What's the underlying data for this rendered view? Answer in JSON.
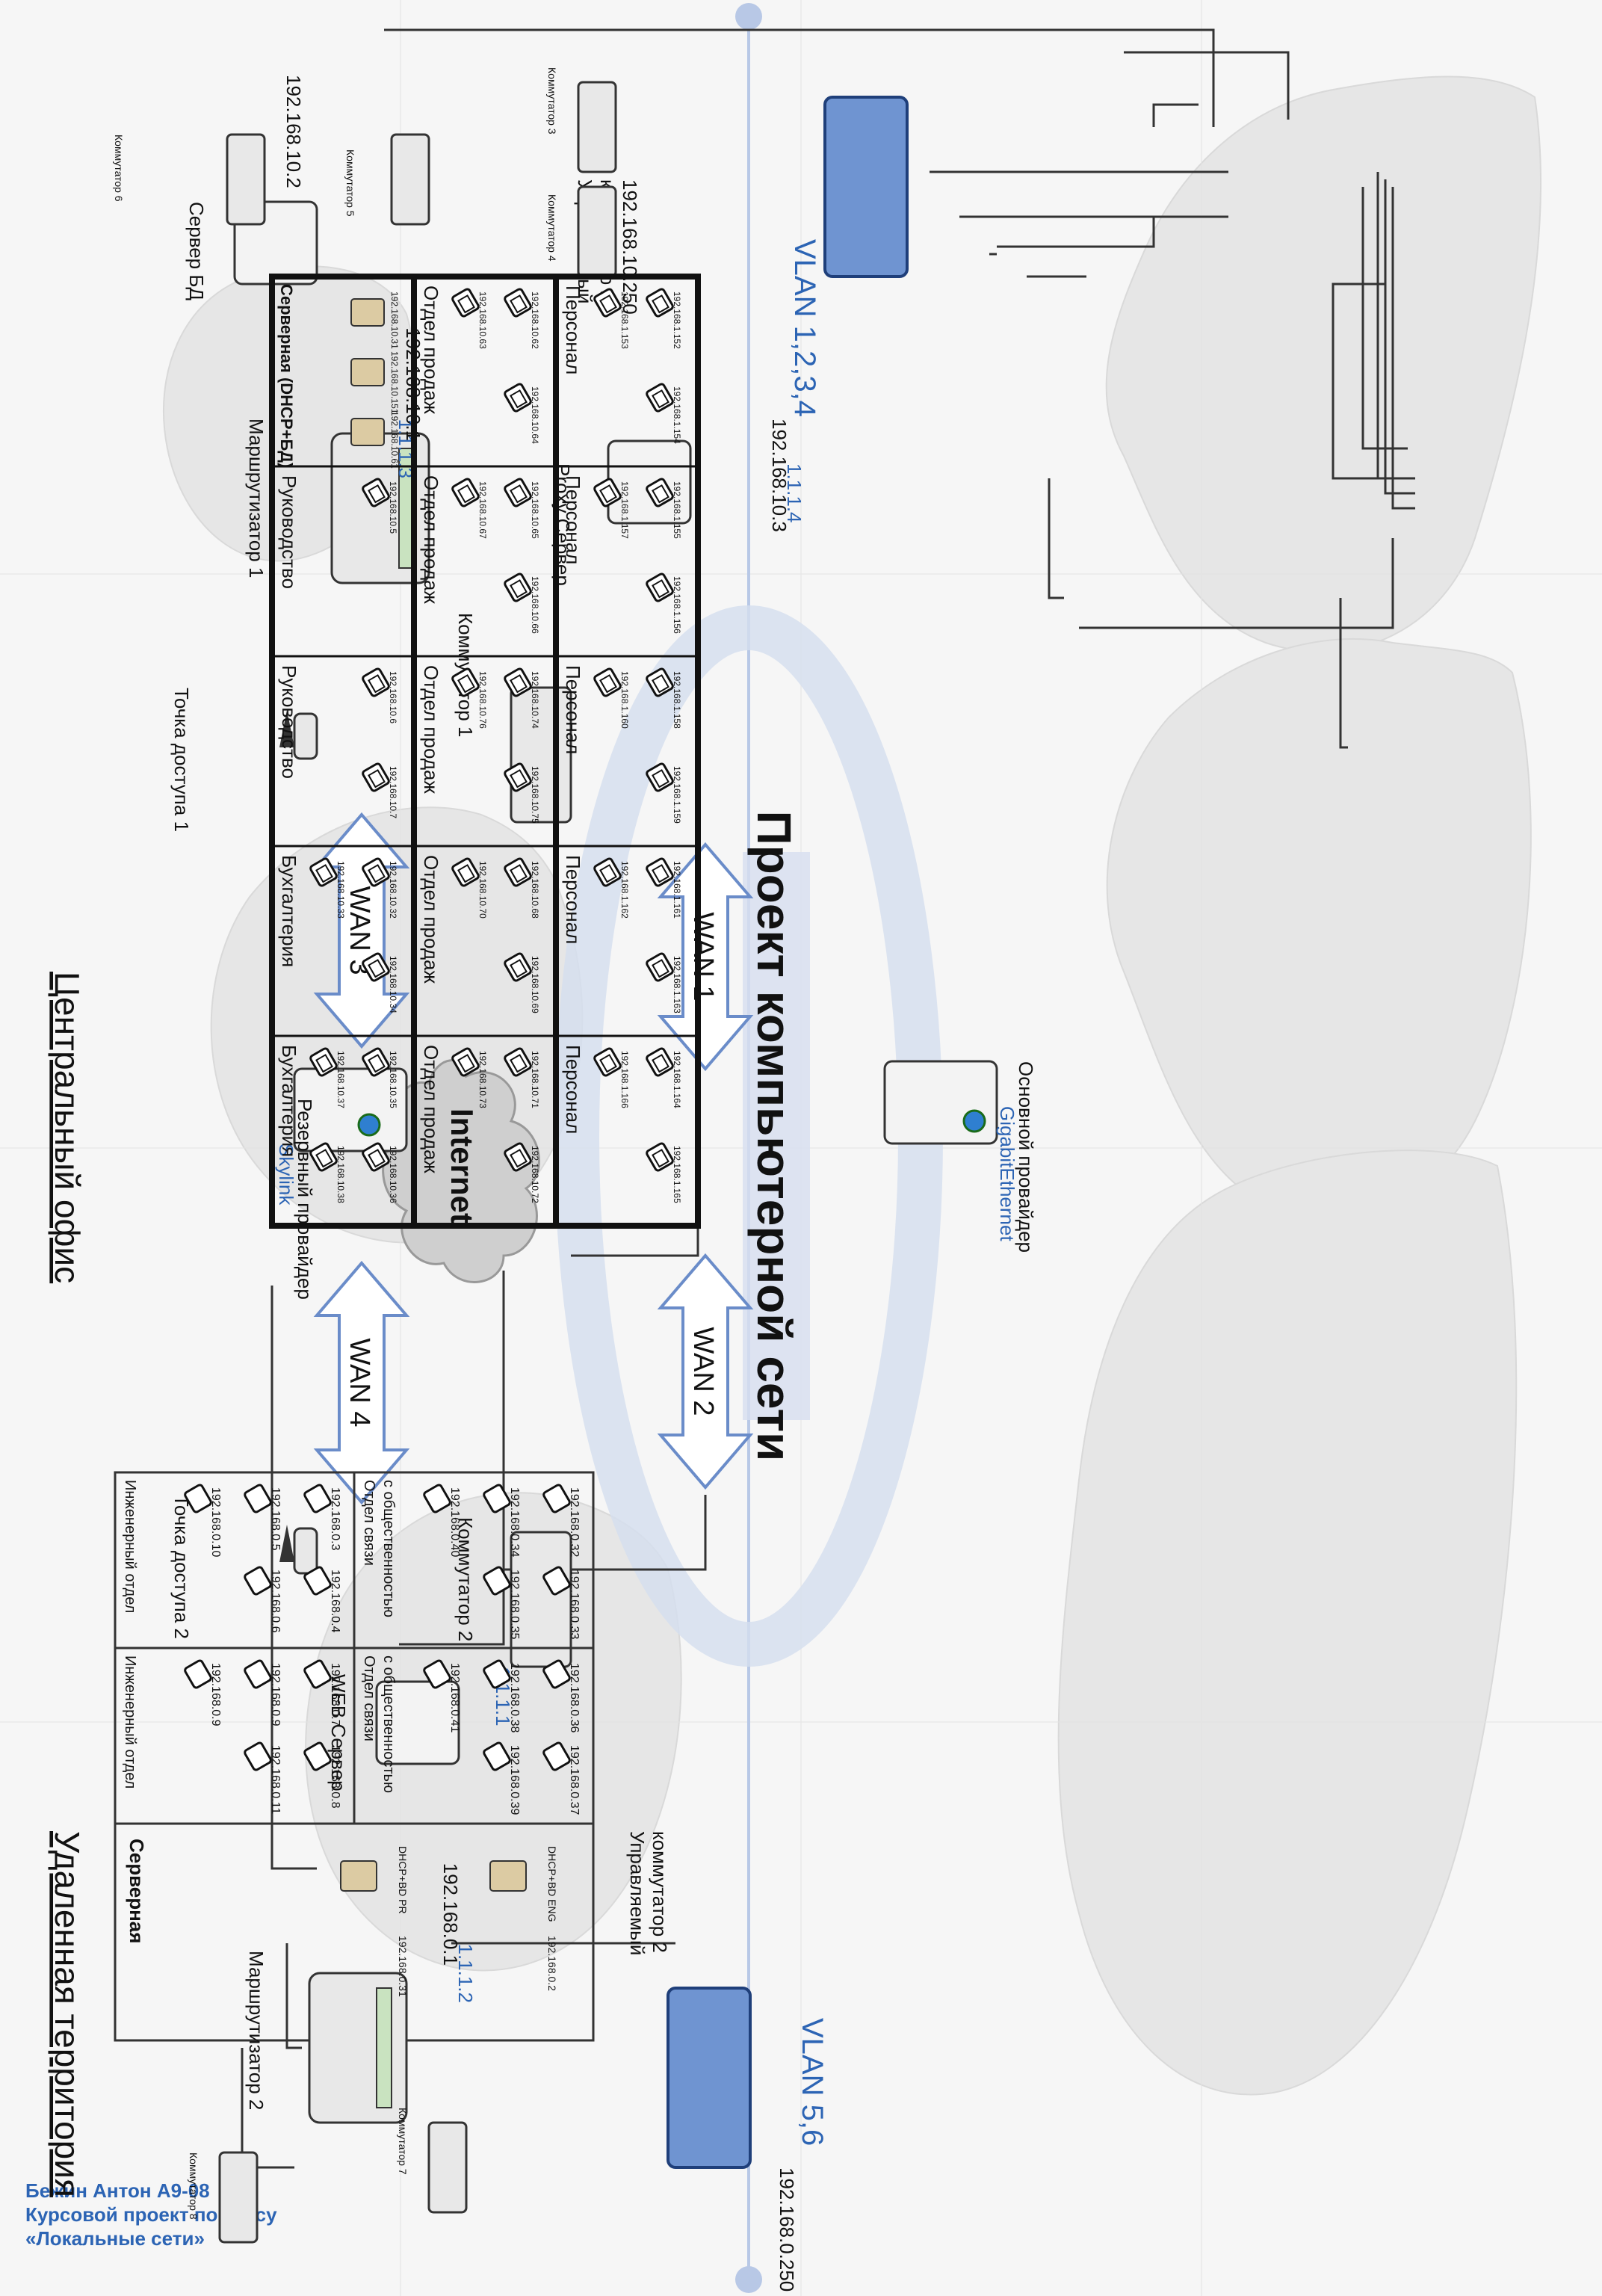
{
  "author": {
    "line1": "Бежин Антон А9-08",
    "line2": "Курсовой проект по курсу",
    "line3": "«Локальные сети»"
  },
  "project_title": "Проект компьютерной сети",
  "internet_label": "Internet",
  "providers": {
    "backup": {
      "label": "Резервный провайдер",
      "name": "Skylink"
    },
    "main": {
      "label": "Основной провайдер",
      "name": "GigabitEthernet"
    }
  },
  "wan": [
    "WAN 1",
    "WAN 2",
    "WAN 3",
    "WAN 4"
  ],
  "central": {
    "area_label": "Центральный офис",
    "router": {
      "label": "Маршрутизатор 1",
      "ip": "192.168.10.1",
      "ext_ip": "1.1.1.3"
    },
    "access_point": {
      "label": "Точка доступа 1"
    },
    "db_server": {
      "label": "Сервер БД",
      "ip": "192.168.10.2"
    },
    "proxy": {
      "label": "Proxy Сервер",
      "ip": "192.168.10.3",
      "ext_ip": "1.1.1.4"
    },
    "switch1": {
      "label": "Коммутатор 1"
    },
    "managed_switch": {
      "label1": "Управляемый",
      "label2": "коммутатор 1",
      "ip": "192.168.10.250",
      "vlan": "VLAN 1,2,3,4"
    },
    "switches": [
      "Коммутатор 3",
      "Коммутатор 4",
      "Коммутатор 5",
      "Коммутатор 6"
    ],
    "server_room": {
      "title": "Серверная (DHCP+БД)",
      "ips": [
        "192.168.10.31",
        "192.168.10.151",
        "192.168.10.61"
      ]
    },
    "rooms": [
      {
        "row": 0,
        "col": 1,
        "label": "Руководство",
        "ips": [
          "192.168.10.5"
        ]
      },
      {
        "row": 0,
        "col": 2,
        "label": "Руководство",
        "ips": [
          "192.168.10.6",
          "192.168.10.7"
        ]
      },
      {
        "row": 0,
        "col": 3,
        "label": "Бухгалтерия",
        "ips": [
          "192.168.10.32",
          "192.168.10.34",
          "192.168.10.33"
        ]
      },
      {
        "row": 0,
        "col": 4,
        "label": "Бухгалтерия",
        "ips": [
          "192.168.10.35",
          "192.168.10.36",
          "192.168.10.37",
          "192.168.10.38"
        ]
      },
      {
        "row": 1,
        "col": 0,
        "label": "Отдел продаж",
        "ips": [
          "192.168.10.62",
          "192.168.10.64",
          "192.168.10.63"
        ]
      },
      {
        "row": 1,
        "col": 1,
        "label": "Отдел продаж",
        "ips": [
          "192.168.10.65",
          "192.168.10.66",
          "192.168.10.67"
        ]
      },
      {
        "row": 1,
        "col": 2,
        "label": "Отдел продаж",
        "ips": [
          "192.168.10.74",
          "192.168.10.75",
          "192.168.10.76"
        ]
      },
      {
        "row": 1,
        "col": 3,
        "label": "Отдел продаж",
        "ips": [
          "192.168.10.68",
          "192.168.10.69",
          "192.168.10.70"
        ]
      },
      {
        "row": 1,
        "col": 4,
        "label": "Отдел продаж",
        "ips": [
          "192.168.10.71",
          "192.168.10.72",
          "192.168.10.73"
        ]
      },
      {
        "row": 2,
        "col": 0,
        "label": "Персонал",
        "ips": [
          "192.168.1.152",
          "192.168.1.154",
          "192.168.1.153"
        ]
      },
      {
        "row": 2,
        "col": 1,
        "label": "Персонал",
        "ips": [
          "192.168.1.155",
          "192.168.1.156",
          "192.168.1.157"
        ]
      },
      {
        "row": 2,
        "col": 2,
        "label": "Персонал",
        "ips": [
          "192.168.1.158",
          "192.168.1.159",
          "192.168.1.160"
        ]
      },
      {
        "row": 2,
        "col": 3,
        "label": "Персонал",
        "ips": [
          "192.168.1.161",
          "192.168.1.163",
          "192.168.1.162"
        ]
      },
      {
        "row": 2,
        "col": 4,
        "label": "Персонал",
        "ips": [
          "192.168.1.164",
          "192.168.1.165",
          "192.168.1.166"
        ]
      }
    ]
  },
  "remote": {
    "area_label": "Удаленная территория",
    "router": {
      "label": "Маршрутизатор 2",
      "ip": "192.168.0.1",
      "ext_ip": "1.1.1.2"
    },
    "access_point": {
      "label": "Точка доступа  2"
    },
    "switch2": {
      "label": "Коммутатор 2"
    },
    "web_server": {
      "label": "WEB Сервер",
      "ext_ip": "1.1.1.1"
    },
    "managed_switch": {
      "label1": "Управляемый",
      "label2": "коммутатор 2",
      "ip": "192.168.0.250",
      "vlan": "VLAN 5,6"
    },
    "switches": [
      "Коммутатор 7",
      "Коммутатор 8"
    ],
    "server_room": {
      "title": "Серверная",
      "ips": [
        "DHCP+BD ENG",
        "192.168.0.2",
        "DHCP+BD PR",
        "192.168.0.31"
      ]
    },
    "rooms": [
      {
        "label": "Инженерный отдел",
        "ips": [
          "192.168.0.3",
          "192.168.0.4",
          "192.168.0.5",
          "192.168.0.6",
          "192.168.0.10"
        ]
      },
      {
        "label": "Инженерный отдел",
        "ips": [
          "192.168.0.7",
          "192.168.0.8",
          "192.168.0.9",
          "192.168.0.11",
          "192.168.0.9"
        ]
      },
      {
        "label1": "Отдел связи",
        "label2": "с общественностью",
        "ips": [
          "192.168.0.32",
          "192.168.0.33",
          "192.168.0.34",
          "192.168.0.35",
          "192.168.0.40"
        ]
      },
      {
        "label1": "Отдел связи",
        "label2": "с общественностью",
        "ips": [
          "192.168.0.36",
          "192.168.0.37",
          "192.168.0.38",
          "192.168.0.39",
          "192.168.0.41"
        ]
      }
    ]
  },
  "colors": {
    "accent": "#2c64b4",
    "switch_blue": "#6f94d1",
    "server_tan": "#dccba3",
    "arrow_fill": "#ffffff",
    "arrow_stroke": "#6a8cc9"
  }
}
